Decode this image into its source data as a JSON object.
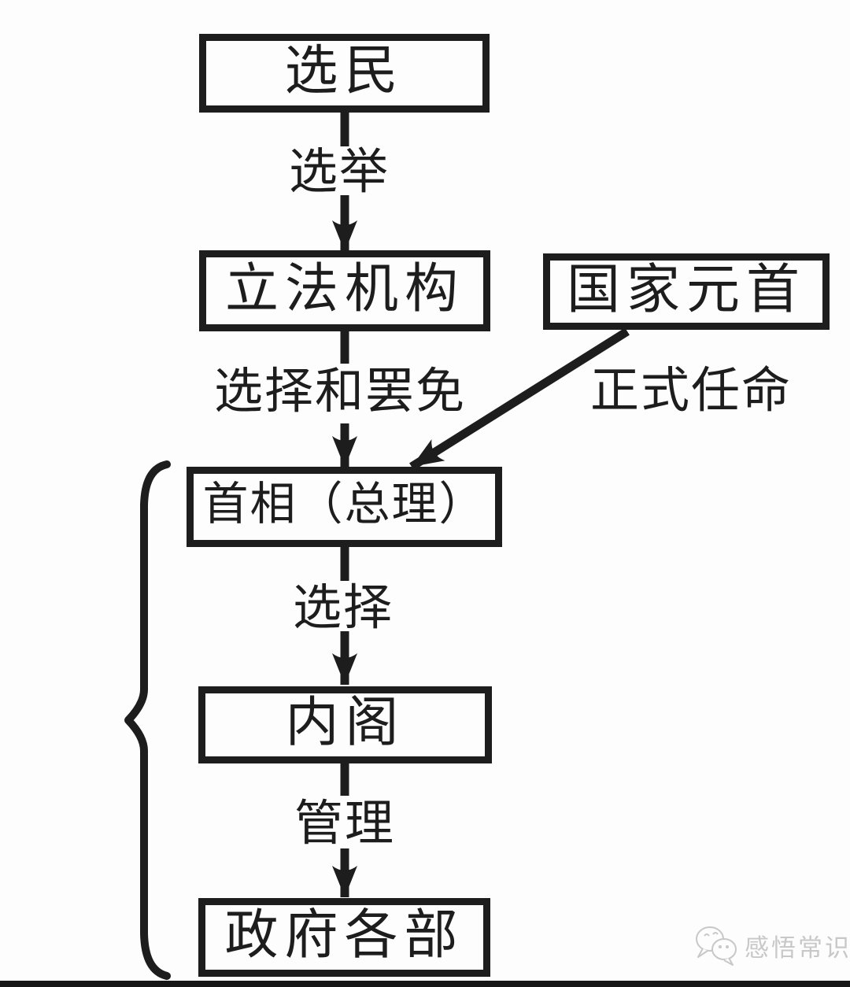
{
  "diagram": {
    "description": "Flowchart of a parliamentary government system",
    "nodes": [
      {
        "id": "voters",
        "label": "选民"
      },
      {
        "id": "legislature",
        "label": "立法机构"
      },
      {
        "id": "head_of_state",
        "label": "国家元首"
      },
      {
        "id": "prime_minister",
        "label": "首相（总理）"
      },
      {
        "id": "cabinet",
        "label": "内阁"
      },
      {
        "id": "ministries",
        "label": "政府各部"
      }
    ],
    "edges": [
      {
        "from": "voters",
        "to": "legislature",
        "label": "选举"
      },
      {
        "from": "legislature",
        "to": "prime_minister",
        "label": "选择和罢免"
      },
      {
        "from": "head_of_state",
        "to": "prime_minister",
        "label": "正式任命"
      },
      {
        "from": "prime_minister",
        "to": "cabinet",
        "label": "选择"
      },
      {
        "from": "cabinet",
        "to": "ministries",
        "label": "管理"
      }
    ],
    "brace_groups": [
      {
        "members": [
          "prime_minister",
          "cabinet",
          "ministries"
        ],
        "side": "left"
      }
    ]
  },
  "watermark": {
    "text": "感悟常识",
    "icon": "chat-bubbles-icon"
  },
  "colors": {
    "ink": "#1d1d1d",
    "background": "#fdfdfd",
    "watermark": "#c8c8c8"
  }
}
